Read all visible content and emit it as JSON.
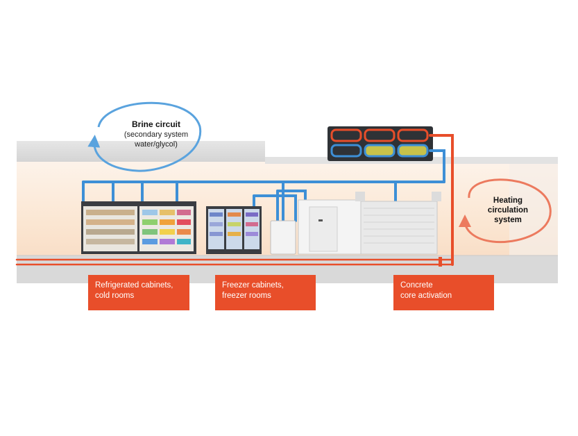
{
  "brine_circuit": {
    "title": "Brine circuit",
    "subtitle_line1": "(secondary system",
    "subtitle_line2": "water/glycol)"
  },
  "heating_circuit": {
    "title_line1": "Heating",
    "title_line2": "circulation",
    "title_line3": "system"
  },
  "labels": [
    {
      "line1": "Refrigerated cabinets,",
      "line2": "cold rooms"
    },
    {
      "line1": "Freezer cabinets,",
      "line2": "freezer rooms"
    },
    {
      "line1": "Concrete",
      "line2": "core activation"
    }
  ],
  "colors": {
    "brine": "#3d8fd6",
    "heating": "#e84e2a",
    "label_box": "#e84e2a"
  }
}
